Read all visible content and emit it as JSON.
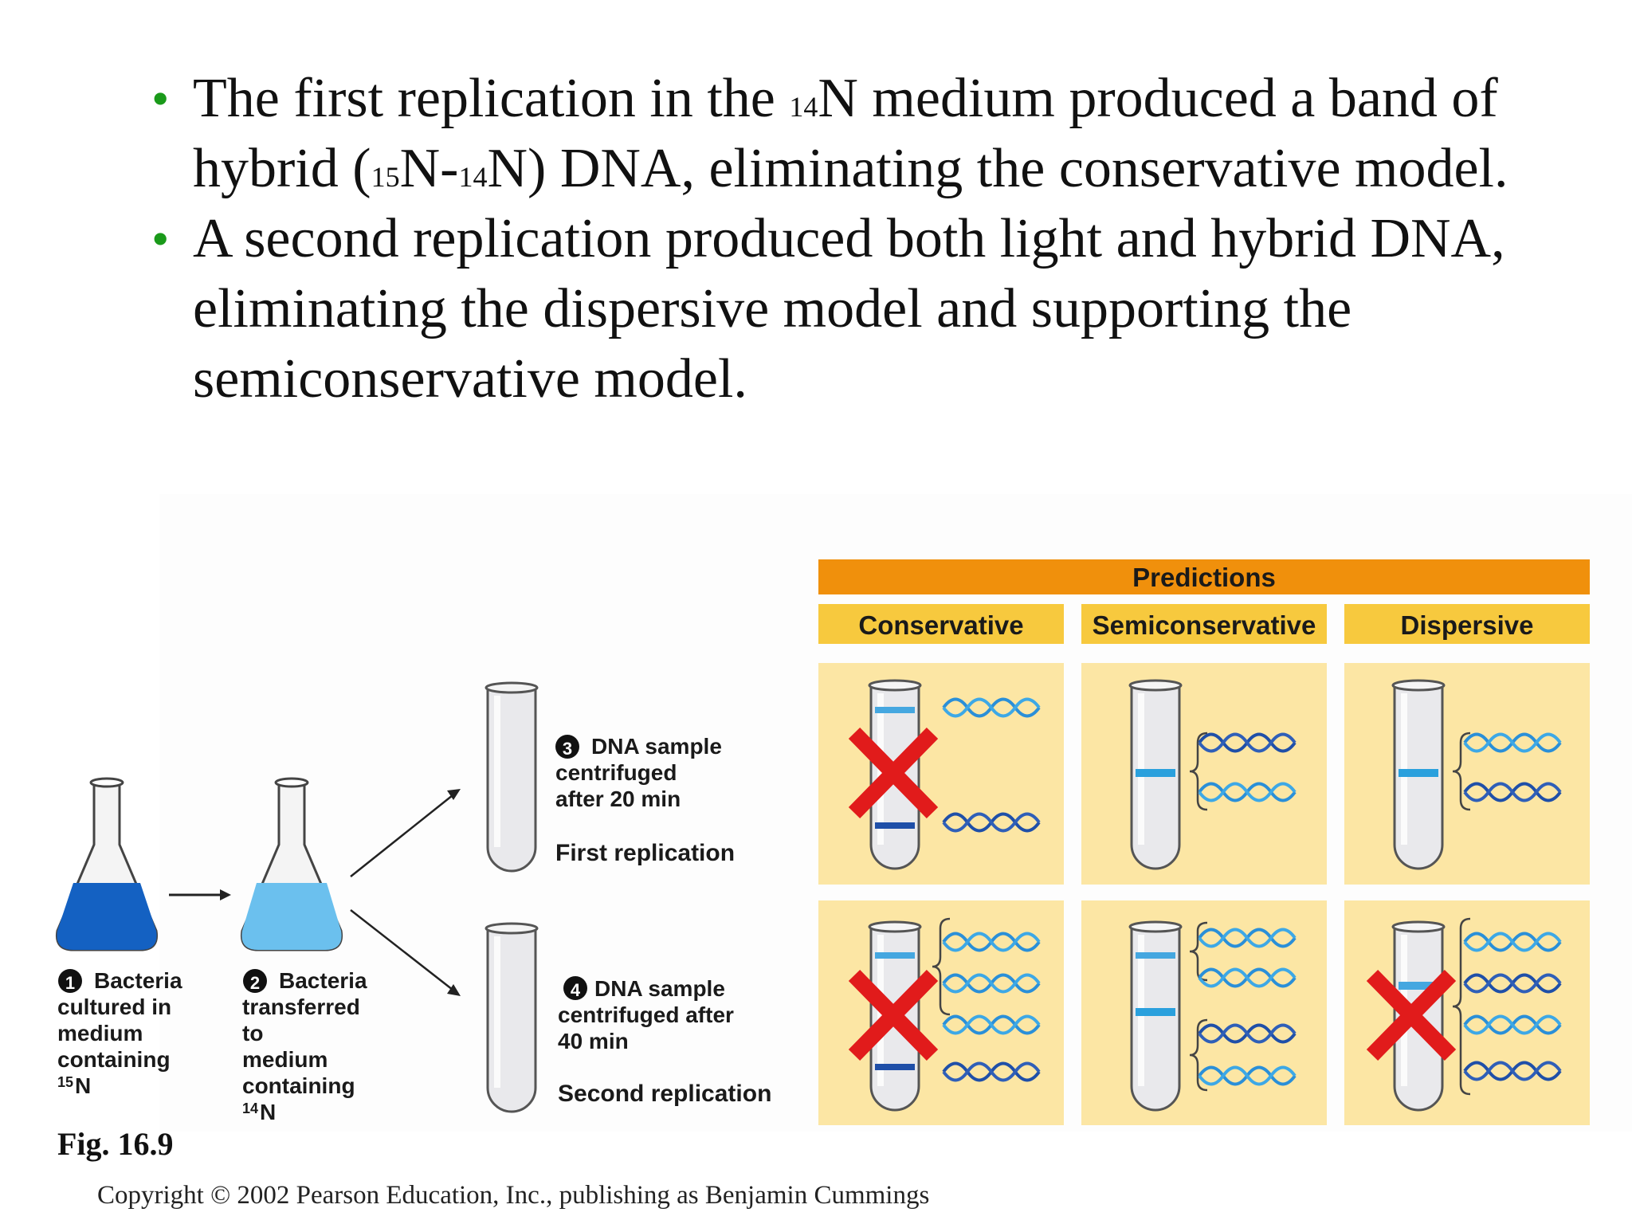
{
  "bullets": [
    {
      "pre": "The first replication in the ",
      "sup1": "14",
      "mid1": "N medium produced a band of hybrid (",
      "sup2": "15",
      "mid2": "N-",
      "sup3": "14",
      "post": "N) DNA, eliminating the conservative model."
    },
    {
      "text": "A second replication produced both light and hybrid DNA, eliminating the dispersive model and supporting the semiconservative model."
    }
  ],
  "diagram": {
    "predictions_header": "Predictions",
    "columns": [
      "Conservative",
      "Semiconservative",
      "Dispersive"
    ],
    "steps": {
      "s1": {
        "num": "1",
        "l1": "Bacteria",
        "l2": "cultured in",
        "l3": "medium",
        "l4": "containing",
        "l5sup": "15",
        "l5": "N"
      },
      "s2": {
        "num": "2",
        "l1": "Bacteria",
        "l2": "transferred",
        "l3": "to",
        "l4": "medium",
        "l5": "containing",
        "l6sup": "14",
        "l6": "N"
      },
      "s3": {
        "num": "3",
        "l1": "DNA sample",
        "l2": "centrifuged",
        "l3": "after 20 min",
        "title": "First replication"
      },
      "s4": {
        "num": "4",
        "l1": "DNA sample",
        "l2": "centrifuged after",
        "l3": "40 min",
        "title": "Second replication"
      }
    },
    "colors": {
      "orange": "#f0900c",
      "yellow_header": "#f7c93e",
      "panel": "#fce6a4",
      "heavy": "#1f4fa8",
      "light_band": "#45a7e0",
      "hybrid": "#2aa0dd",
      "red_x": "#e11b1b",
      "flask_heavy": "#1461c2",
      "flask_light": "#6bc0ee"
    }
  },
  "fig_label": "Fig. 16.9",
  "copyright": "Copyright © 2002 Pearson Education, Inc., publishing as Benjamin Cummings"
}
